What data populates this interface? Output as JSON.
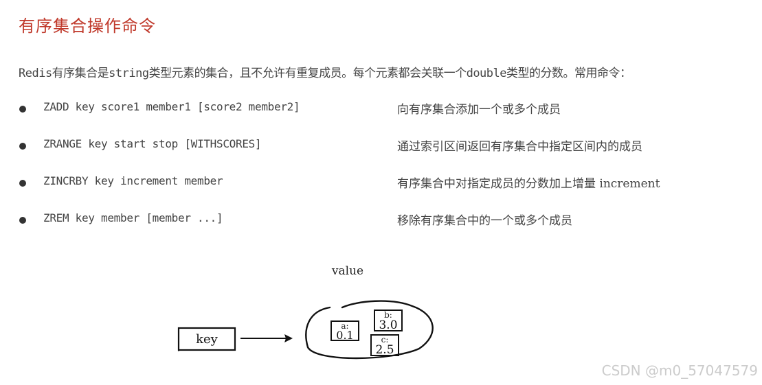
{
  "title": "有序集合操作命令",
  "intro": "Redis有序集合是string类型元素的集合，且不允许有重复成员。每个元素都会关联一个double类型的分数。常用命令：",
  "commands": [
    {
      "cmd": "ZADD key score1 member1 [score2 member2]",
      "desc": "向有序集合添加一个或多个成员"
    },
    {
      "cmd": "ZRANGE key start stop [WITHSCORES]",
      "desc": "通过索引区间返回有序集合中指定区间内的成员"
    },
    {
      "cmd": "ZINCRBY key increment member",
      "desc": "有序集合中对指定成员的分数加上增量 increment"
    },
    {
      "cmd": "ZREM key member [member ...]",
      "desc": "移除有序集合中的一个或多个成员"
    }
  ],
  "diagram": {
    "value_label": "value",
    "key_label": "key",
    "members": [
      {
        "name": "a:",
        "score": "0.1"
      },
      {
        "name": "b:",
        "score": "3.0"
      },
      {
        "name": "c:",
        "score": "2.5"
      }
    ]
  },
  "watermark": "CSDN @m0_57047579"
}
